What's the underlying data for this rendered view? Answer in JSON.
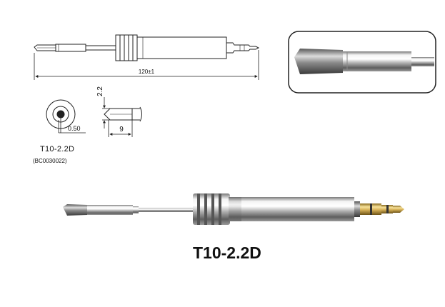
{
  "drawing": {
    "length_label": "120±1",
    "width_label": "2.2",
    "tip_length_label": "9",
    "thickness_label": "0.50"
  },
  "product": {
    "model": "T10-2.2D",
    "part_number": "(BC0030022)",
    "title": "T10-2.2D"
  },
  "colors": {
    "line": "#222222",
    "chrome_light": "#f2f2f2",
    "chrome_dark": "#6e6e6e",
    "brass_light": "#f5dd8a",
    "brass_dark": "#9a7a2a"
  }
}
